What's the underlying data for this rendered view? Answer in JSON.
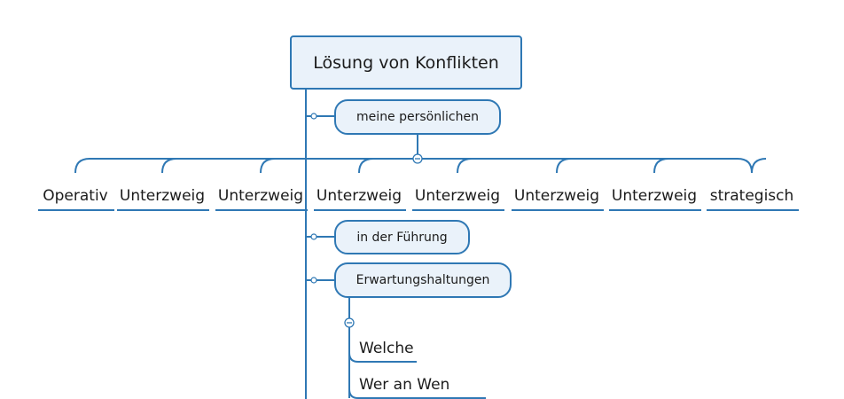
{
  "root": {
    "label": "Lösung von Konflikten"
  },
  "topics": {
    "persoenlich": "meine persönlichen",
    "fuehrung": "in der Führung",
    "erwartung": "Erwartungshaltungen"
  },
  "branches": [
    "Operativ",
    "Unterzweig",
    "Unterzweig",
    "Unterzweig",
    "Unterzweig",
    "Unterzweig",
    "Unterzweig",
    "strategisch"
  ],
  "leaves": [
    "Welche",
    "Wer an Wen"
  ],
  "colors": {
    "line": "#2f78b4",
    "fill": "#eaf2fa",
    "text": "#1b1b1b"
  },
  "icons": {
    "collapse": "minus-circle-icon",
    "connector": "connector-dot-icon"
  }
}
